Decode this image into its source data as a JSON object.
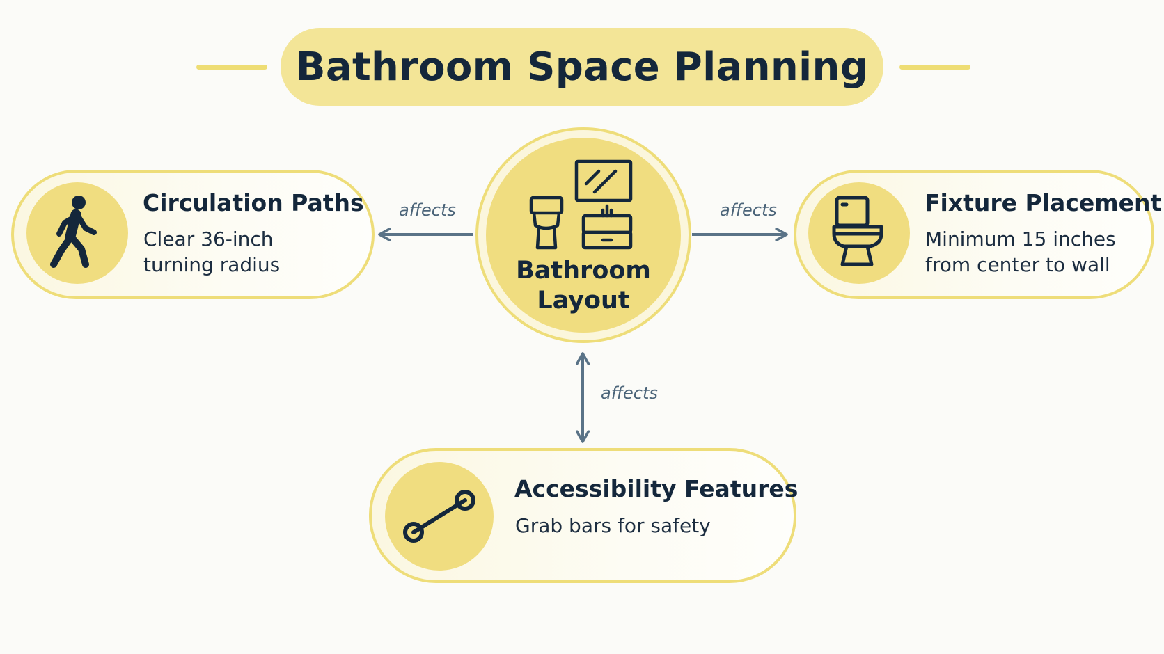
{
  "title": "Bathroom Space Planning",
  "center_node": {
    "label_line1": "Bathroom",
    "label_line2": "Layout",
    "icon": "bathroom-fixtures-icon"
  },
  "nodes": [
    {
      "id": "circulation",
      "title": "Circulation Paths",
      "desc_line1": "Clear 36-inch",
      "desc_line2": "turning radius",
      "icon": "walking-person-icon"
    },
    {
      "id": "fixture",
      "title": "Fixture Placement",
      "desc_line1": "Minimum 15 inches",
      "desc_line2": "from center to wall",
      "icon": "toilet-icon"
    },
    {
      "id": "accessibility",
      "title": "Accessibility Features",
      "desc_line1": "Grab bars for safety",
      "icon": "grab-bar-icon"
    }
  ],
  "edges": [
    {
      "from": "center",
      "to": "circulation",
      "label": "affects"
    },
    {
      "from": "center",
      "to": "fixture",
      "label": "affects"
    },
    {
      "from": "center",
      "to": "accessibility",
      "label": "affects"
    }
  ],
  "colors": {
    "accent_yellow": "#f0dd80",
    "card_border": "#eedd79",
    "text_dark": "#14273b",
    "arrow": "#5a7387"
  }
}
